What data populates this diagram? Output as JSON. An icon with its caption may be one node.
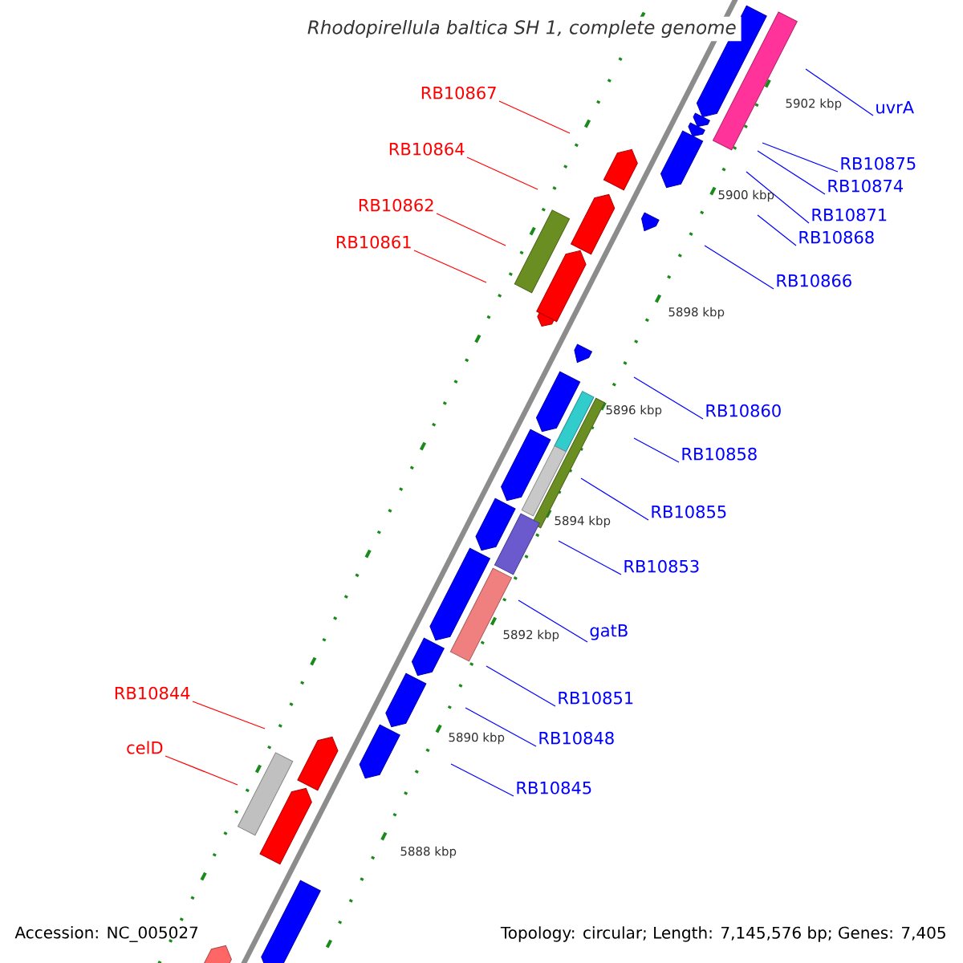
{
  "diagram": {
    "title": "Rhodopirellula baltica SH 1, complete genome",
    "nodes": [
      {
        "text": [
          "RB10867"
        ]
      },
      {
        "text": [
          "RB10864"
        ]
      },
      {
        "text": [
          "RB10862"
        ]
      },
      {
        "text": [
          "RB10861"
        ]
      },
      {
        "text": [
          "uvrA"
        ]
      },
      {
        "text": [
          "RB10875"
        ]
      },
      {
        "text": [
          "RB10874"
        ]
      },
      {
        "text": [
          "RB10871"
        ]
      },
      {
        "text": [
          "RB10868"
        ]
      },
      {
        "text": [
          "RB10866"
        ]
      },
      {
        "text": [
          "RB10860"
        ]
      },
      {
        "text": [
          "RB10858"
        ]
      },
      {
        "text": [
          "RB10855"
        ]
      },
      {
        "text": [
          "RB10853"
        ]
      },
      {
        "text": [
          "gatB"
        ]
      },
      {
        "text": [
          "RB10851"
        ]
      },
      {
        "text": [
          "RB10848"
        ]
      },
      {
        "text": [
          "RB10845"
        ]
      },
      {
        "text": [
          "RB10844"
        ]
      },
      {
        "text": [
          "celD"
        ]
      }
    ],
    "edges": [
      {
        "from": 0,
        "to": null,
        "arrow": "none",
        "color": "#ff0000"
      },
      {
        "from": 1,
        "to": null,
        "arrow": "none",
        "color": "#ff0000"
      },
      {
        "from": 2,
        "to": null,
        "arrow": "none",
        "color": "#ff0000"
      },
      {
        "from": 3,
        "to": null,
        "arrow": "none",
        "color": "#ff0000"
      },
      {
        "from": 4,
        "to": null,
        "arrow": "none"
      },
      {
        "from": 5,
        "to": null,
        "arrow": "none"
      },
      {
        "from": 6,
        "to": null,
        "arrow": "none"
      },
      {
        "from": 7,
        "to": null,
        "arrow": "none"
      },
      {
        "from": 8,
        "to": null,
        "arrow": "none"
      },
      {
        "from": 9,
        "to": null,
        "arrow": "none"
      },
      {
        "from": 10,
        "to": null,
        "arrow": "none"
      },
      {
        "from": 11,
        "to": null,
        "arrow": "none"
      },
      {
        "from": 12,
        "to": null,
        "arrow": "none"
      },
      {
        "from": 13,
        "to": null,
        "arrow": "none"
      },
      {
        "from": 14,
        "to": null,
        "arrow": "none"
      },
      {
        "from": 15,
        "to": null,
        "arrow": "none"
      },
      {
        "from": 16,
        "to": null,
        "arrow": "none"
      },
      {
        "from": 17,
        "to": null,
        "arrow": "none"
      },
      {
        "from": 18,
        "to": null,
        "arrow": "none",
        "color": "#ff0000"
      },
      {
        "from": 19,
        "to": null,
        "arrow": "none",
        "color": "#ff0000"
      }
    ],
    "labels": [
      "5902 kbp",
      "5900 kbp",
      "5898 kbp",
      "5896 kbp",
      "5894 kbp",
      "5892 kbp",
      "5890 kbp",
      "5888 kbp",
      "Accession: NC_005027",
      "Topology: circular; Length: 7,145,576 bp; Genes: 7,405"
    ]
  }
}
